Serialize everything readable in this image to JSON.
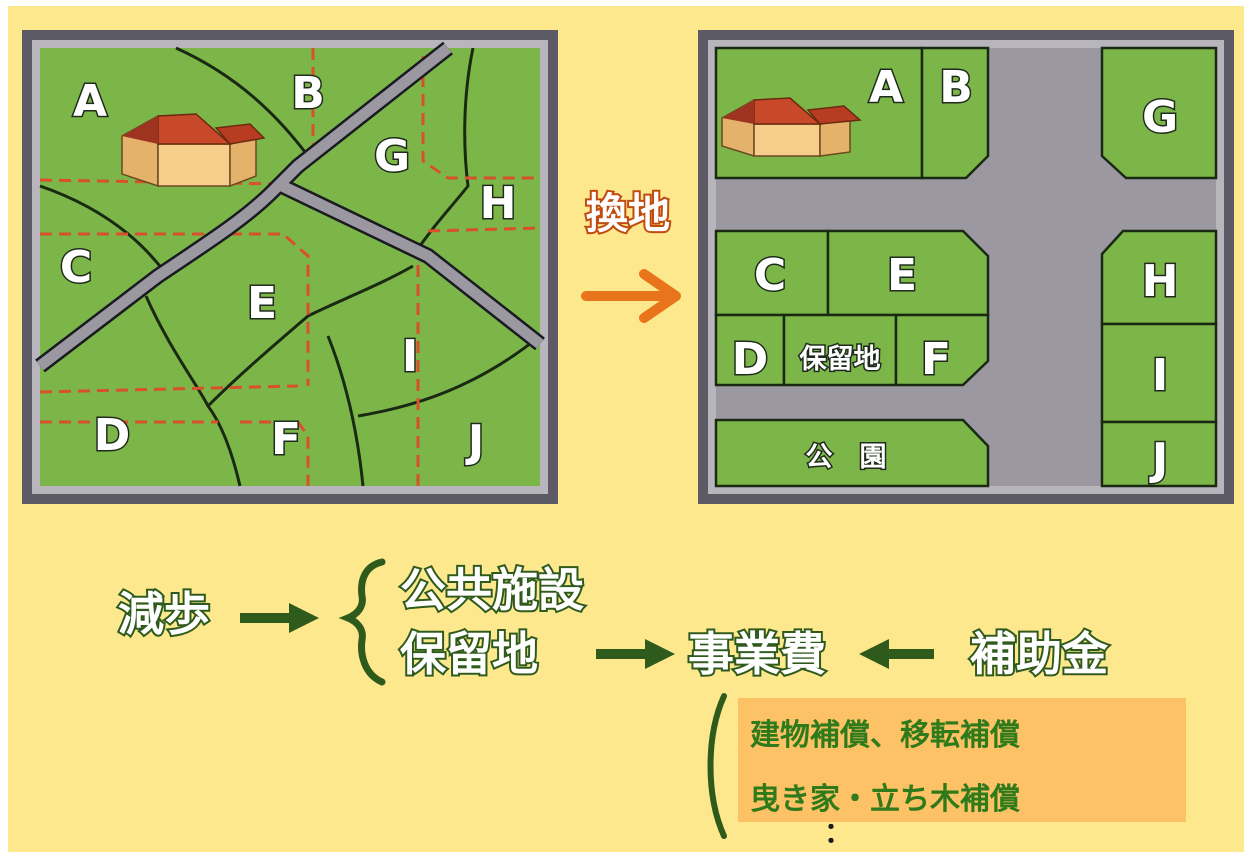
{
  "before_map": {
    "lots": [
      "A",
      "B",
      "G",
      "H",
      "C",
      "E",
      "I",
      "D",
      "F",
      "J"
    ]
  },
  "after_map": {
    "lots": [
      "A",
      "B",
      "G",
      "C",
      "E",
      "H",
      "D",
      "保留地",
      "F",
      "I",
      "公　園",
      "J"
    ]
  },
  "transform_label": "換地",
  "flow": {
    "reduction": "減歩",
    "public_facilities": "公共施設",
    "reserved_land": "保留地",
    "project_cost": "事業費",
    "subsidy": "補助金"
  },
  "breakdown": {
    "line1": "建物補償、移転補償",
    "line2": "曳き家・立ち木補償",
    "continuation": "："
  },
  "colors": {
    "background": "#fde88e",
    "lot_green": "#7db648",
    "road_gray": "#9b98a2",
    "frame": "#5c5a64",
    "arrow_orange": "#e8741c",
    "flow_green": "#2e5a1c",
    "note_box": "#fdc265",
    "note_text": "#2f7a1a"
  },
  "icons": [
    "house-icon",
    "arrow-right-icon",
    "arrow-left-icon",
    "brace-icon"
  ]
}
